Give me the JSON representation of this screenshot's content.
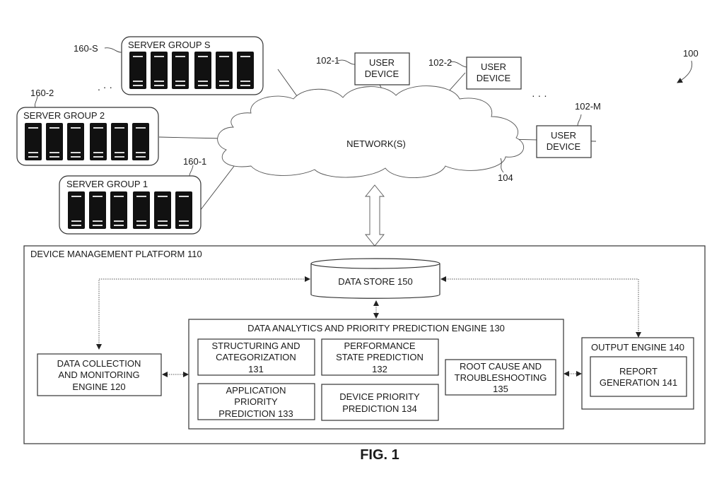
{
  "figure": {
    "caption": "FIG. 1",
    "system_ref": "100"
  },
  "server_groups": [
    {
      "label": "SERVER GROUP S",
      "ref": "160-S",
      "servers": 6
    },
    {
      "label": "SERVER GROUP 2",
      "ref": "160-2",
      "servers": 6
    },
    {
      "label": "SERVER GROUP 1",
      "ref": "160-1",
      "servers": 6
    }
  ],
  "network": {
    "label": "NETWORK(S)",
    "ref": "104"
  },
  "user_devices": [
    {
      "label_line1": "USER",
      "label_line2": "DEVICE",
      "ref": "102-1"
    },
    {
      "label_line1": "USER",
      "label_line2": "DEVICE",
      "ref": "102-2"
    },
    {
      "label_line1": "USER",
      "label_line2": "DEVICE",
      "ref": "102-M"
    }
  ],
  "platform": {
    "title": "DEVICE MANAGEMENT PLATFORM 110",
    "data_store": "DATA STORE 150",
    "collection_engine": [
      "DATA COLLECTION",
      "AND MONITORING",
      "ENGINE 120"
    ],
    "analytics_engine": {
      "title": "DATA ANALYTICS AND PRIORITY PREDICTION ENGINE 130",
      "modules": [
        {
          "lines": [
            "STRUCTURING AND",
            "CATEGORIZATION",
            "131"
          ]
        },
        {
          "lines": [
            "PERFORMANCE",
            "STATE PREDICTION",
            "132"
          ]
        },
        {
          "lines": [
            "APPLICATION",
            "PRIORITY",
            "PREDICTION 133"
          ]
        },
        {
          "lines": [
            "DEVICE PRIORITY",
            "PREDICTION 134"
          ]
        },
        {
          "lines": [
            "ROOT CAUSE AND",
            "TROUBLESHOOTING",
            "135"
          ]
        }
      ]
    },
    "output_engine": {
      "title": "OUTPUT ENGINE 140",
      "report": [
        "REPORT",
        "GENERATION 141"
      ]
    }
  }
}
